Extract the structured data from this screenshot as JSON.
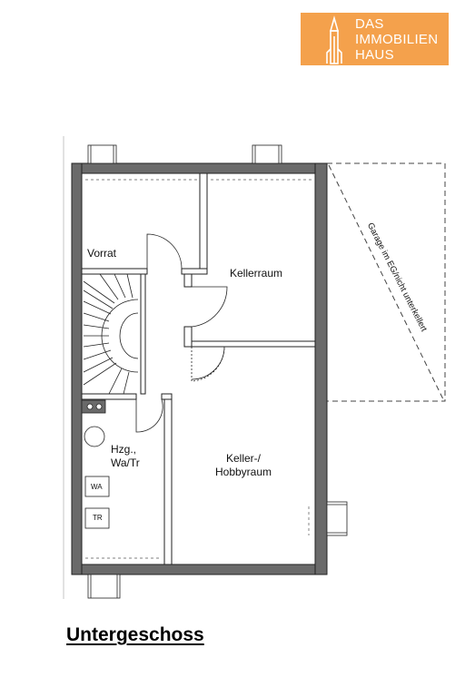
{
  "logo": {
    "line1": "DAS",
    "line2": "IMMOBILIEN",
    "line3": "HAUS",
    "background_color": "#f4a14c",
    "icon": "tower-icon"
  },
  "rooms": {
    "vorrat": "Vorrat",
    "kellerraum": "Kellerraum",
    "hzg_line1": "Hzg.,",
    "hzg_line2": "Wa/Tr",
    "hobby_line1": "Keller-/",
    "hobby_line2": "Hobbyraum"
  },
  "appliances": {
    "washer": "WA",
    "dryer": "TR"
  },
  "garage_note": "Garage im EG/nicht unterkellert",
  "title": "Untergeschoss"
}
